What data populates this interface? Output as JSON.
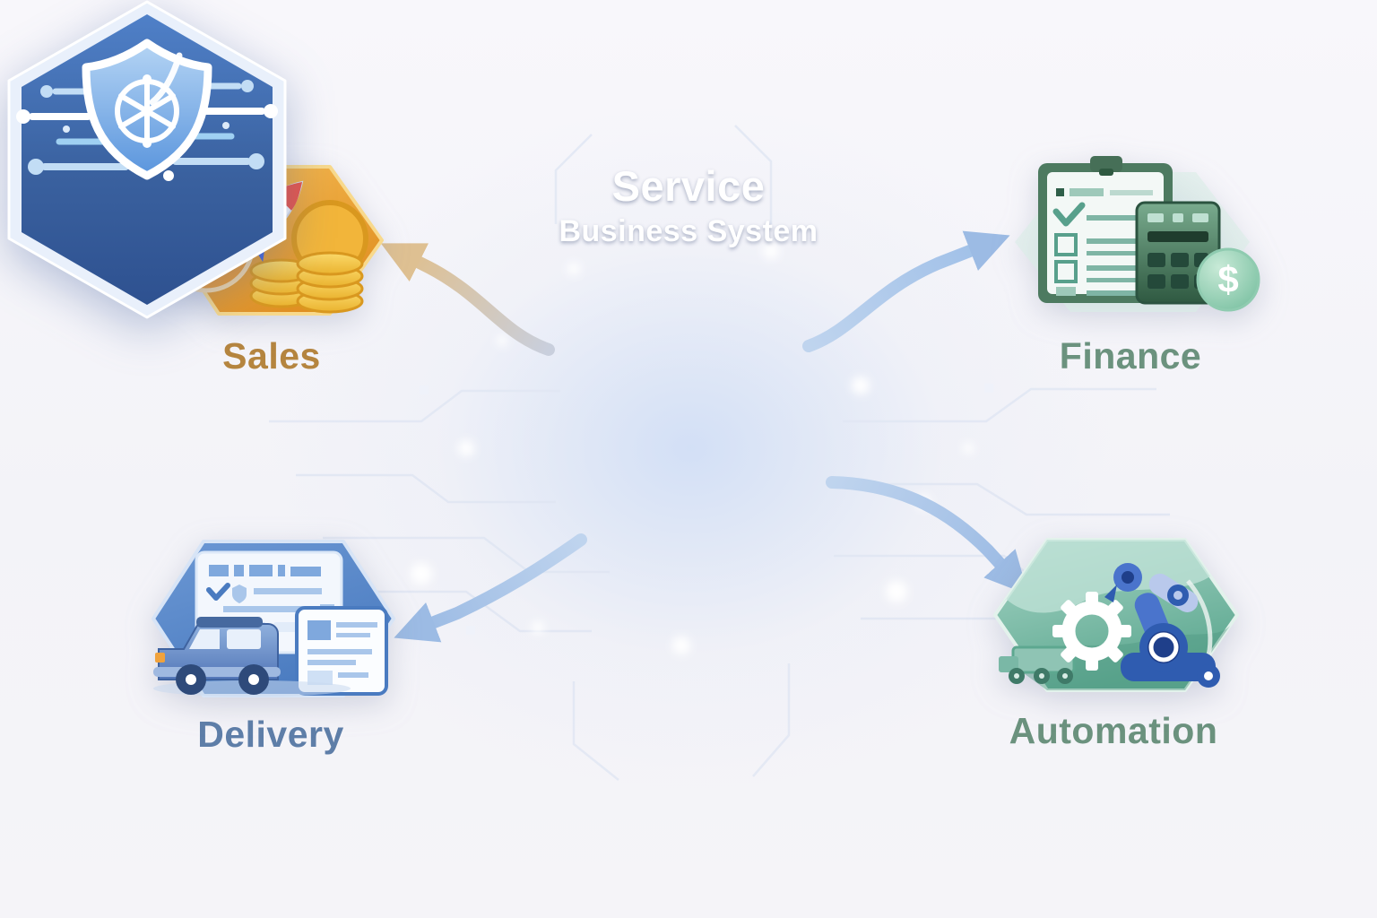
{
  "diagram_type": "hub-and-spoke infographic",
  "center": {
    "title_line1": "Service",
    "title_line2": "Business System",
    "icon": "shield-network-icon",
    "hex_top_color": "#4f80c8",
    "hex_bottom_color": "#2e5190",
    "border_color": "#eef3fc"
  },
  "nodes": {
    "sales": {
      "label": "Sales",
      "label_color": "#b5853f",
      "icon": "target-rocket-coins-icon",
      "hex_color": "#f0a43c",
      "position": "top-left"
    },
    "finance": {
      "label": "Finance",
      "label_color": "#6b927e",
      "icon": "clipboard-calculator-dollar-icon",
      "hex_color": "#4d7a60",
      "position": "top-right"
    },
    "delivery": {
      "label": "Delivery",
      "label_color": "#5e7ea8",
      "icon": "van-screens-icon",
      "hex_color": "#5b8bc9",
      "position": "bottom-left"
    },
    "automation": {
      "label": "Automation",
      "label_color": "#6b927e",
      "icon": "robot-arm-gear-icon",
      "hex_color": "#6fb39e",
      "position": "bottom-right"
    }
  },
  "arrows": {
    "to_sales_color": "#dec092",
    "to_finance_color": "#a9c6ea",
    "to_delivery_color": "#a9c6ea",
    "to_automation_color": "#a9c6ea"
  },
  "coin_symbol": "$"
}
